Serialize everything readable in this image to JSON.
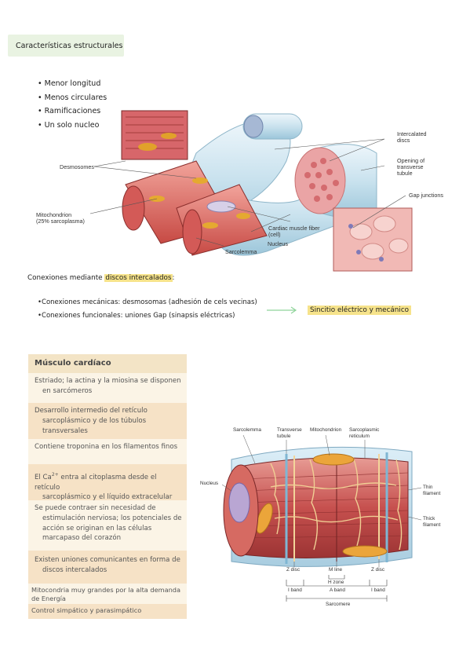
{
  "header": {
    "title": "Características estructurales"
  },
  "features": [
    "Menor longitud",
    "Menos circulares",
    "Ramificaciones",
    "Un solo nucleo"
  ],
  "figure1": {
    "labels": {
      "desmosomes": "Desmosomes",
      "mitochondrion": "Mitochondrion\n(25% sarcoplasma)",
      "intercalated_discs": "Intercalated\ndiscs",
      "transverse_tubule": "Opening of\ntransverse\ntubule",
      "gap_junctions": "Gap junctions",
      "cardiac_fiber": "Cardiac muscle fiber\n(cell)",
      "nucleus": "Nucleus",
      "sarcolemma": "Sarcolemma"
    }
  },
  "connections": {
    "title_prefix": "Conexiones mediante ",
    "title_highlight": "discos intercalados",
    "title_suffix": ":",
    "items": [
      "Conexiones mecánicas: desmosomas (adhesión de cels vecinas)",
      "Conexiones funcionales: uniones Gap (sinapsis eléctricas)"
    ],
    "result": "Sincitio eléctrico y mecánico",
    "arrow_color": "#8fd49a"
  },
  "table": {
    "header": "Músculo cardíaco",
    "rows": [
      {
        "first": "Estriado; la actina y la miosina se disponen",
        "rest": [
          "en sarcómeros"
        ]
      },
      {
        "first": "Desarrollo intermedio del retículo",
        "rest": [
          "sarcoplásmico y de los túbulos",
          "transversales"
        ]
      },
      {
        "first": "Contiene troponina en los filamentos finos",
        "rest": []
      },
      {
        "first_a": "El Ca",
        "sup": "2+",
        "first_b": " entra al citoplasma desde el retículo",
        "rest": [
          "sarcoplásmico y el líquido extracelular"
        ]
      },
      {
        "first": "Se puede contraer sin necesidad de",
        "rest": [
          "estimulación nerviosa; los potenciales de",
          "acción se originan en las células",
          "marcapaso del corazón"
        ]
      },
      {
        "first": "Existen uniones comunicantes en forma de",
        "rest": [
          "discos intercalados"
        ]
      },
      {
        "first": "Mitocondria muy grandes por la alta demanda",
        "rest": [
          "de Energía"
        ]
      },
      {
        "first": "Control simpático y parasimpático",
        "rest": []
      }
    ]
  },
  "figure2": {
    "labels": {
      "sarcolemma": "Sarcolemma",
      "transverse_tubule": "Transverse\ntubule",
      "mitochondrion": "Mitochondrion",
      "sarcoplasmic_reticulum": "Sarcoplasmic\nreticulum",
      "nucleus": "Nucleus",
      "thin_filament": "Thin filament",
      "thick_filament": "Thick filament",
      "z_disc_left": "Z disc",
      "m_line": "M line",
      "h_zone": "H zone",
      "z_disc_right": "Z disc",
      "i_band_left": "I band",
      "a_band": "A band",
      "i_band_right": "I band",
      "sarcomere": "Sarcomere"
    }
  }
}
